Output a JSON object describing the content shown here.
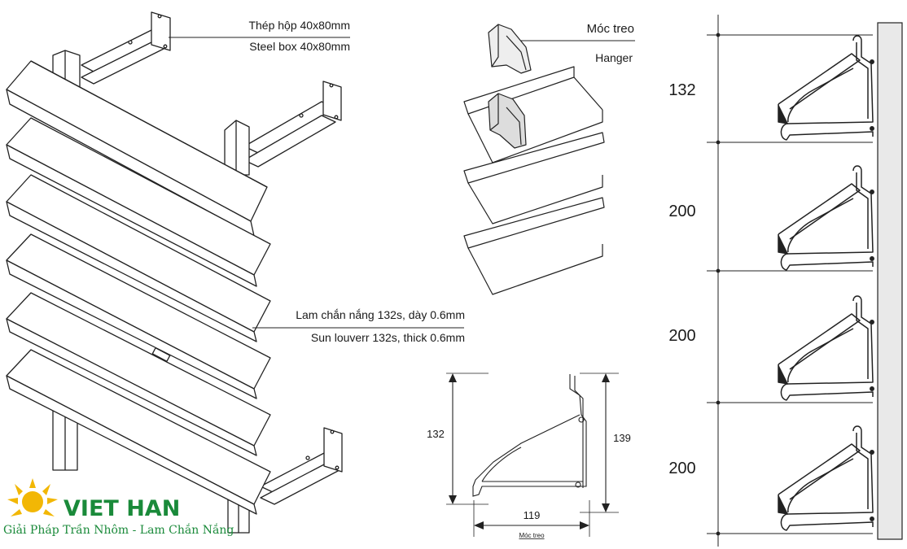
{
  "labels": {
    "steel_box_vi": "Thép hộp 40x80mm",
    "steel_box_en": "Steel box 40x80mm",
    "hanger_vi": "Móc treo",
    "hanger_en": "Hanger",
    "louver_vi": "Lam chắn nắng 132s, dày 0.6mm",
    "louver_en": "Sun louverr  132s, thick 0.6mm"
  },
  "hanger_dimensions": {
    "height_left": "132",
    "height_right": "139",
    "width": "119",
    "caption": "Móc treo"
  },
  "spacing": {
    "s1": "132",
    "s2": "200",
    "s3": "200",
    "s4": "200"
  },
  "logo": {
    "name": "VIET HAN",
    "tagline": "Giải Pháp Trần Nhôm - Lam Chắn Nắng",
    "colors": {
      "sun": "#f2b705",
      "text": "#1a8a3a"
    }
  }
}
